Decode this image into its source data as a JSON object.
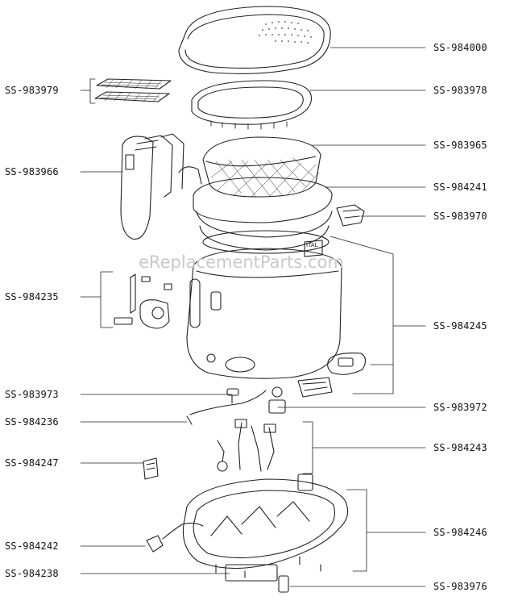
{
  "watermark": "eReplacementParts.com",
  "labels_left": [
    "SS-983979",
    "SS-983966",
    "SS-984235",
    "SS-983973",
    "SS-984236",
    "SS-984247",
    "SS-984242",
    "SS-984238"
  ],
  "labels_right": [
    "SS-984000",
    "SS-983978",
    "SS-983965",
    "SS-984241",
    "SS-983970",
    "SS-984245",
    "SS-983972",
    "SS-984243",
    "SS-984246",
    "SS-983976"
  ],
  "stamp": "ITAL"
}
